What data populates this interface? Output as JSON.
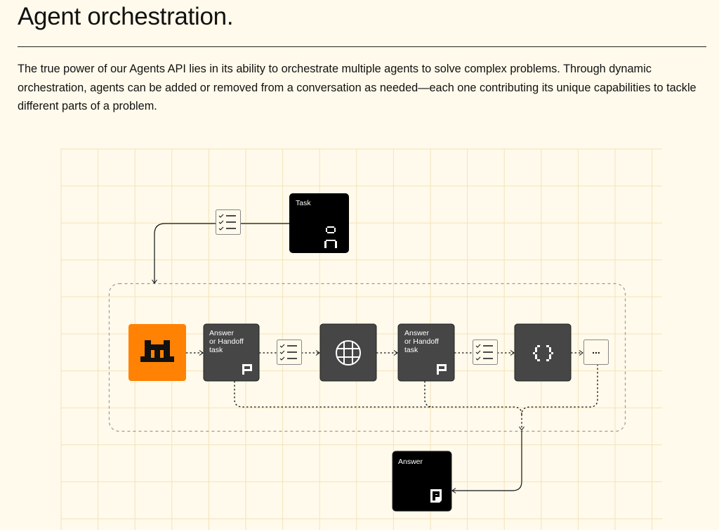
{
  "header": {
    "title": "Agent orchestration.",
    "description": "The true power of our Agents API lies in its ability to orchestrate multiple agents to solve complex problems. Through dynamic orchestration, agents can be added or removed from a conversation as needed—each one contributing its unique capabilities to tackle different parts of a problem."
  },
  "diagram": {
    "task_label": "Task",
    "handoff_label_1": [
      "Answer",
      "or Handoff",
      "task"
    ],
    "handoff_label_2": [
      "Answer",
      "or Handoff",
      "task"
    ],
    "answer_label": "Answer",
    "more_label": "...",
    "colors": {
      "background": "#FFFAEB",
      "grid": "#F3E3B8",
      "orange": "#FF8205",
      "dark": "#464646",
      "black": "#000000"
    }
  }
}
